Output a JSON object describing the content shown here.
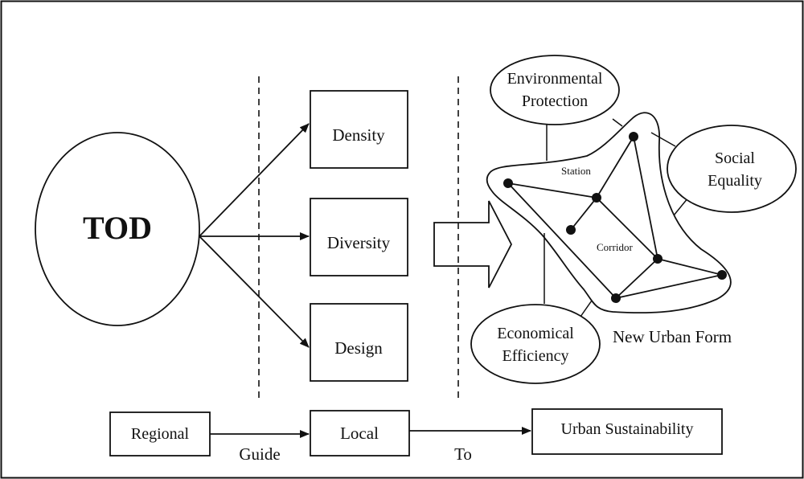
{
  "tod": {
    "label": "TOD"
  },
  "factors": [
    {
      "label": "Density"
    },
    {
      "label": "Diversity"
    },
    {
      "label": "Design"
    }
  ],
  "goals": {
    "environmental": {
      "line1": "Environmental",
      "line2": "Protection"
    },
    "social": {
      "line1": "Social",
      "line2": "Equality"
    },
    "economical": {
      "line1": "Economical",
      "line2": "Efficiency"
    }
  },
  "network": {
    "station_label": "Station",
    "corridor_label": "Corridor",
    "caption": "New Urban Form"
  },
  "bottom_flow": {
    "regional": "Regional",
    "guide": "Guide",
    "local": "Local",
    "to": "To",
    "urban_sustainability": "Urban Sustainability"
  }
}
